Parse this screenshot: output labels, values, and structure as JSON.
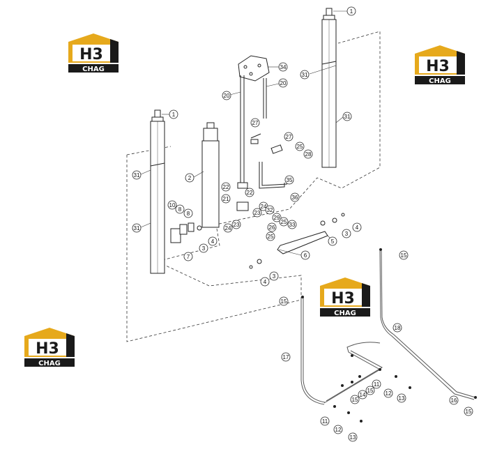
{
  "logo": {
    "mark": "H3",
    "brand": "CHAG"
  },
  "callouts": {
    "c1a": "1",
    "c1b": "1",
    "c2": "2",
    "c3a": "3",
    "c3b": "3",
    "c3c": "3",
    "c4a": "4",
    "c4b": "4",
    "c4c": "4",
    "c5": "5",
    "c6": "6",
    "c7": "7",
    "c8a": "8",
    "c8b": "8",
    "c10": "10",
    "c11a": "11",
    "c11b": "11",
    "c12a": "12",
    "c12b": "12",
    "c13a": "13",
    "c13b": "13",
    "c14": "14",
    "c15a": "15",
    "c15b": "15",
    "c15c": "15",
    "c15d": "15",
    "c16": "16",
    "c17": "17",
    "c18": "18",
    "c20a": "20",
    "c20b": "20",
    "c21": "21",
    "c22a": "22",
    "c22b": "22",
    "c23a": "23",
    "c23b": "23",
    "c24a": "24",
    "c24b": "24",
    "c25a": "25",
    "c25b": "25",
    "c25c": "25",
    "c26": "26",
    "c27a": "27",
    "c27b": "27",
    "c28": "28",
    "c29": "29",
    "c31a": "31",
    "c31b": "31",
    "c31c": "31",
    "c31d": "31",
    "c32": "32",
    "c33": "33",
    "c34": "34",
    "c35": "35",
    "c36": "36"
  }
}
